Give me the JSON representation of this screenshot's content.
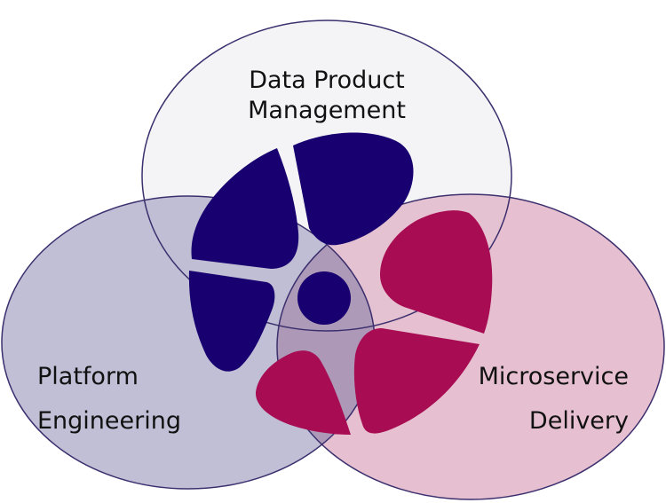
{
  "circles": {
    "top": {
      "label_line1": "Data Product",
      "label_line2": "Management",
      "fill": "#f4f4f6"
    },
    "left": {
      "label_line1": "Platform",
      "label_line2": "Engineering",
      "fill": "#c0bfd6"
    },
    "right": {
      "label_line1": "Microservice",
      "label_line2": "Delivery",
      "fill": "#e6c0d0"
    },
    "stroke": "#3b2f6e"
  },
  "colors": {
    "navy_petal": "#180070",
    "magenta_petal": "#a80c52",
    "overlap_top_left": "#bfbed4",
    "overlap_top_right": "#e5c2d1",
    "overlap_left_right": "#ad98b8",
    "overlap_center": "#ad9ab8"
  }
}
